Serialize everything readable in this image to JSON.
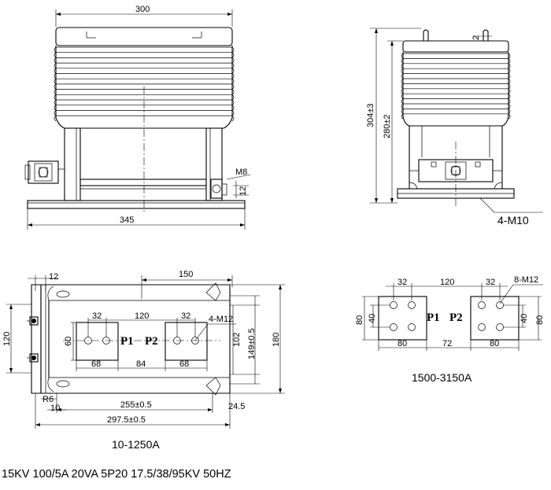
{
  "front_view": {
    "width_top": "300",
    "width_base": "345",
    "bolt_label": "M8",
    "bolt_dim": "12"
  },
  "side_view": {
    "height_overall": "304±3",
    "height_body": "280±2",
    "top_dim": "2",
    "mount_label": "4-M10"
  },
  "plan_view": {
    "dim_12": "12",
    "dim_150": "150",
    "dim_120_side": "120",
    "dim_32_a": "32",
    "dim_120_mid": "120",
    "dim_32_b": "32",
    "hole_label": "4-M12",
    "dim_60": "60",
    "terminal_p1": "P1",
    "terminal_p2": "P2",
    "dim_68_a": "68",
    "dim_84": "84",
    "dim_68_b": "68",
    "dim_102": "102",
    "dim_149": "149±0.5",
    "dim_180": "180",
    "dim_r6": "R6",
    "dim_10": "10",
    "dim_255": "255±0.5",
    "dim_24": "24.5",
    "dim_297": "297.5±0.5",
    "range_label": "10-1250A"
  },
  "terminal_view": {
    "dim_32_a": "32",
    "dim_120": "120",
    "dim_32_b": "32",
    "hole_label": "8-M12",
    "dim_80_left": "80",
    "dim_40_left": "40",
    "terminal_p1": "P1",
    "terminal_p2": "P2",
    "dim_40_right": "40",
    "dim_80_right": "80",
    "dim_80_a": "80",
    "dim_72": "72",
    "dim_80_b": "80",
    "range_label": "1500-3150A"
  },
  "spec_line": "15KV 100/5A 20VA 5P20 17.5/38/95KV 50HZ"
}
